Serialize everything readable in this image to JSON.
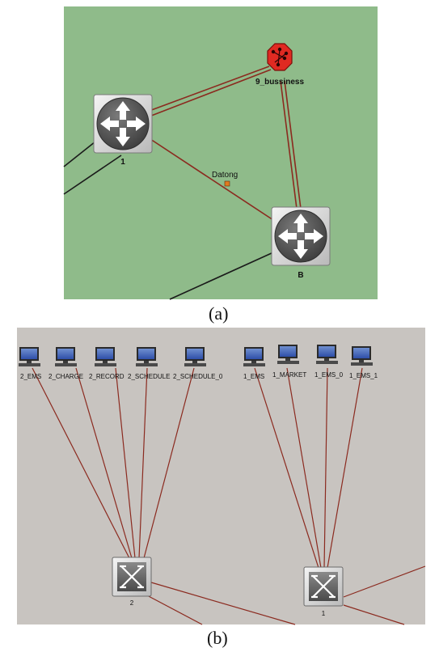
{
  "panel_a": {
    "caption": "(a)",
    "nodes": {
      "router_1": "1",
      "router_b": "B",
      "business": "9_bussiness"
    },
    "link_marker": "Datong"
  },
  "panel_b": {
    "caption": "(b)",
    "group_left": {
      "hosts": [
        "2_EMS",
        "2_CHARGE",
        "2_RECORD",
        "2_SCHEDULE",
        "2_SCHEDULE_0"
      ],
      "switch": "2"
    },
    "group_right": {
      "hosts": [
        "1_EMS",
        "1_MARKET",
        "1_EMS_0",
        "1_EMS_1"
      ],
      "switch": "1"
    }
  },
  "colors": {
    "panel_a_bg": "#8fbb8a",
    "panel_b_bg": "#c8c4c0",
    "link": "#8b2a1f",
    "black_link": "#1a1a1a",
    "business_icon": "#e02a22",
    "marker": "#e07a1f"
  }
}
